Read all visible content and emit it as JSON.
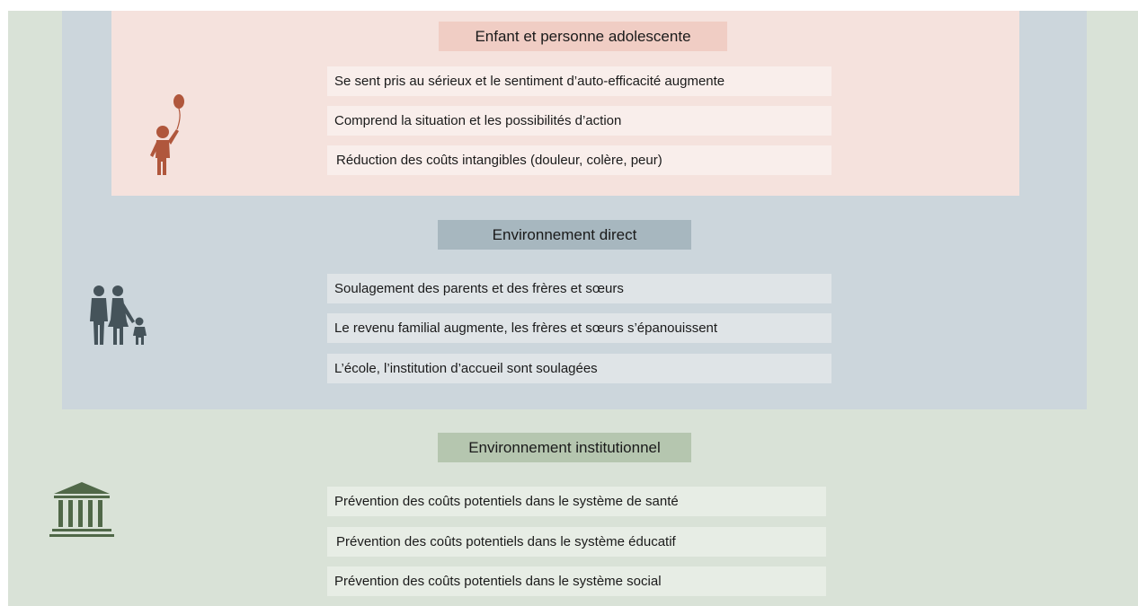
{
  "colors": {
    "child_accent": "#b0573c",
    "family_icon": "#45535a",
    "institution_icon": "#506848"
  },
  "sections": {
    "child": {
      "title": "Enfant et personne adolescente",
      "icon": "child-with-balloon-icon",
      "items": [
        "Se sent pris au sérieux et le sentiment d’auto-efficacité augmente",
        "Comprend la situation et les possibilités d’action",
        "Réduction des coûts intangibles (douleur, colère, peur)"
      ]
    },
    "direct": {
      "title": "Environnement direct",
      "icon": "family-icon",
      "items": [
        "Soulagement des parents et des frères et sœurs",
        "Le revenu familial augmente, les frères et sœurs s’épanouissent",
        "L’école, l’institution d’accueil sont soulagées"
      ]
    },
    "institutional": {
      "title": "Environnement institutionnel",
      "icon": "institution-building-icon",
      "items": [
        "Prévention des coûts potentiels dans le système de santé",
        "Prévention des coûts potentiels dans le système éducatif",
        "Prévention des coûts potentiels dans le système social"
      ]
    }
  }
}
